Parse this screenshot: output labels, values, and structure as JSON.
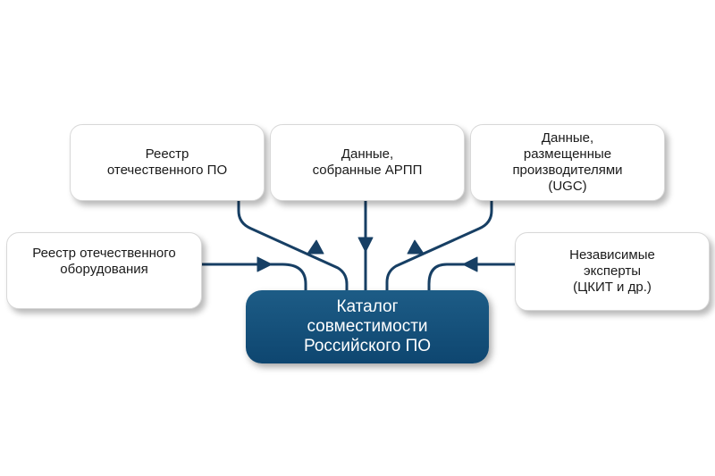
{
  "nodes": {
    "registry_software": "Реестр\nотечественного ПО",
    "arpp_data": "Данные,\nсобранные АРПП",
    "ugc_data": "Данные,\nразмещенные\nпроизводителями\n(UGC)",
    "registry_hardware": "Реестр отечественного\nоборудования",
    "experts": "Независимые\nэксперты\n(ЦКИТ и др.)"
  },
  "center": {
    "label": "Каталог\nсовместимости\nРоссийского ПО"
  },
  "colors": {
    "center_fill": "#0e4670",
    "connector": "#173f64",
    "node_border": "#d8d8d8"
  }
}
